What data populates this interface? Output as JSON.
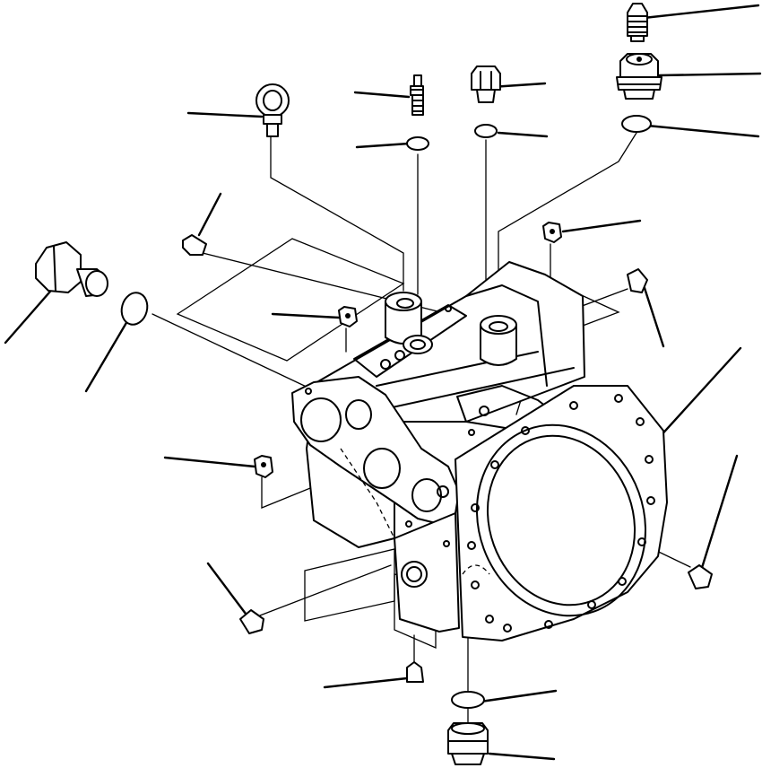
{
  "drawing": {
    "colors": {
      "line": "#000000",
      "background": "#ffffff"
    },
    "parts": [
      {
        "name": "grease-nipple-top"
      },
      {
        "name": "plug-with-collar-top"
      },
      {
        "name": "o-ring-top-right"
      },
      {
        "name": "hex-plug-top"
      },
      {
        "name": "o-ring-top-center"
      },
      {
        "name": "bleeder-valve"
      },
      {
        "name": "o-ring-small-top"
      },
      {
        "name": "eye-bolt"
      },
      {
        "name": "small-plug"
      },
      {
        "name": "flanged-plug-left"
      },
      {
        "name": "o-ring-left"
      },
      {
        "name": "pump-case-housing"
      },
      {
        "name": "plug-with-collar-bottom"
      },
      {
        "name": "o-ring-bottom"
      }
    ]
  }
}
